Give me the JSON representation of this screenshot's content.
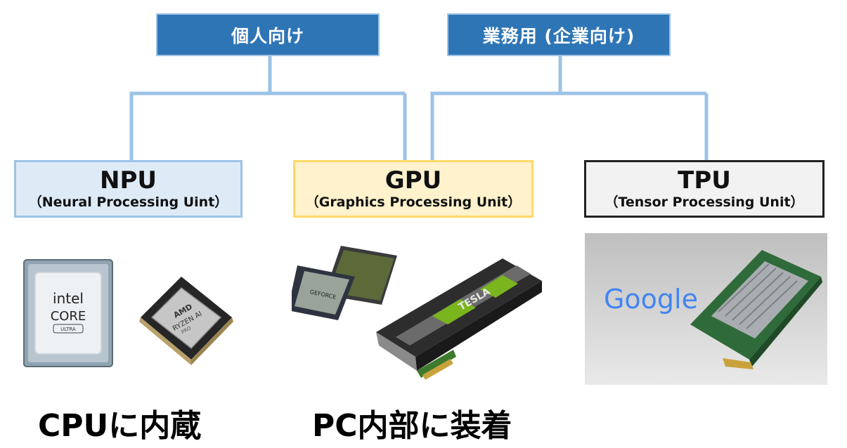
{
  "groups": {
    "personal": "個人向け",
    "business": "業務用 (企業向け)"
  },
  "units": {
    "npu": {
      "name": "NPU",
      "full": "（Neural Processing Uint）"
    },
    "gpu": {
      "name": "GPU",
      "full": "（Graphics Processing Unit）"
    },
    "tpu": {
      "name": "TPU",
      "full": "（Tensor Processing Unit）"
    }
  },
  "images": {
    "intel_line1": "intel",
    "intel_line2": "CORE",
    "intel_line3": "ULTRA",
    "amd_line1": "AMD",
    "amd_line2": "RYZEN AI",
    "amd_line3": "PRO",
    "nvidia_chip": "GEFORCE",
    "tesla_label": "TESLA",
    "google_logo": "Google"
  },
  "captions": {
    "npu": "CPUに内蔵",
    "gpu": "PC内部に装着"
  },
  "colors": {
    "header_fill": "#2e75b6",
    "connector": "#9dc3e6",
    "npu_fill": "#deebf7",
    "gpu_fill": "#fff2cc",
    "gpu_border": "#ffd966",
    "tpu_fill": "#f2f2f2"
  }
}
